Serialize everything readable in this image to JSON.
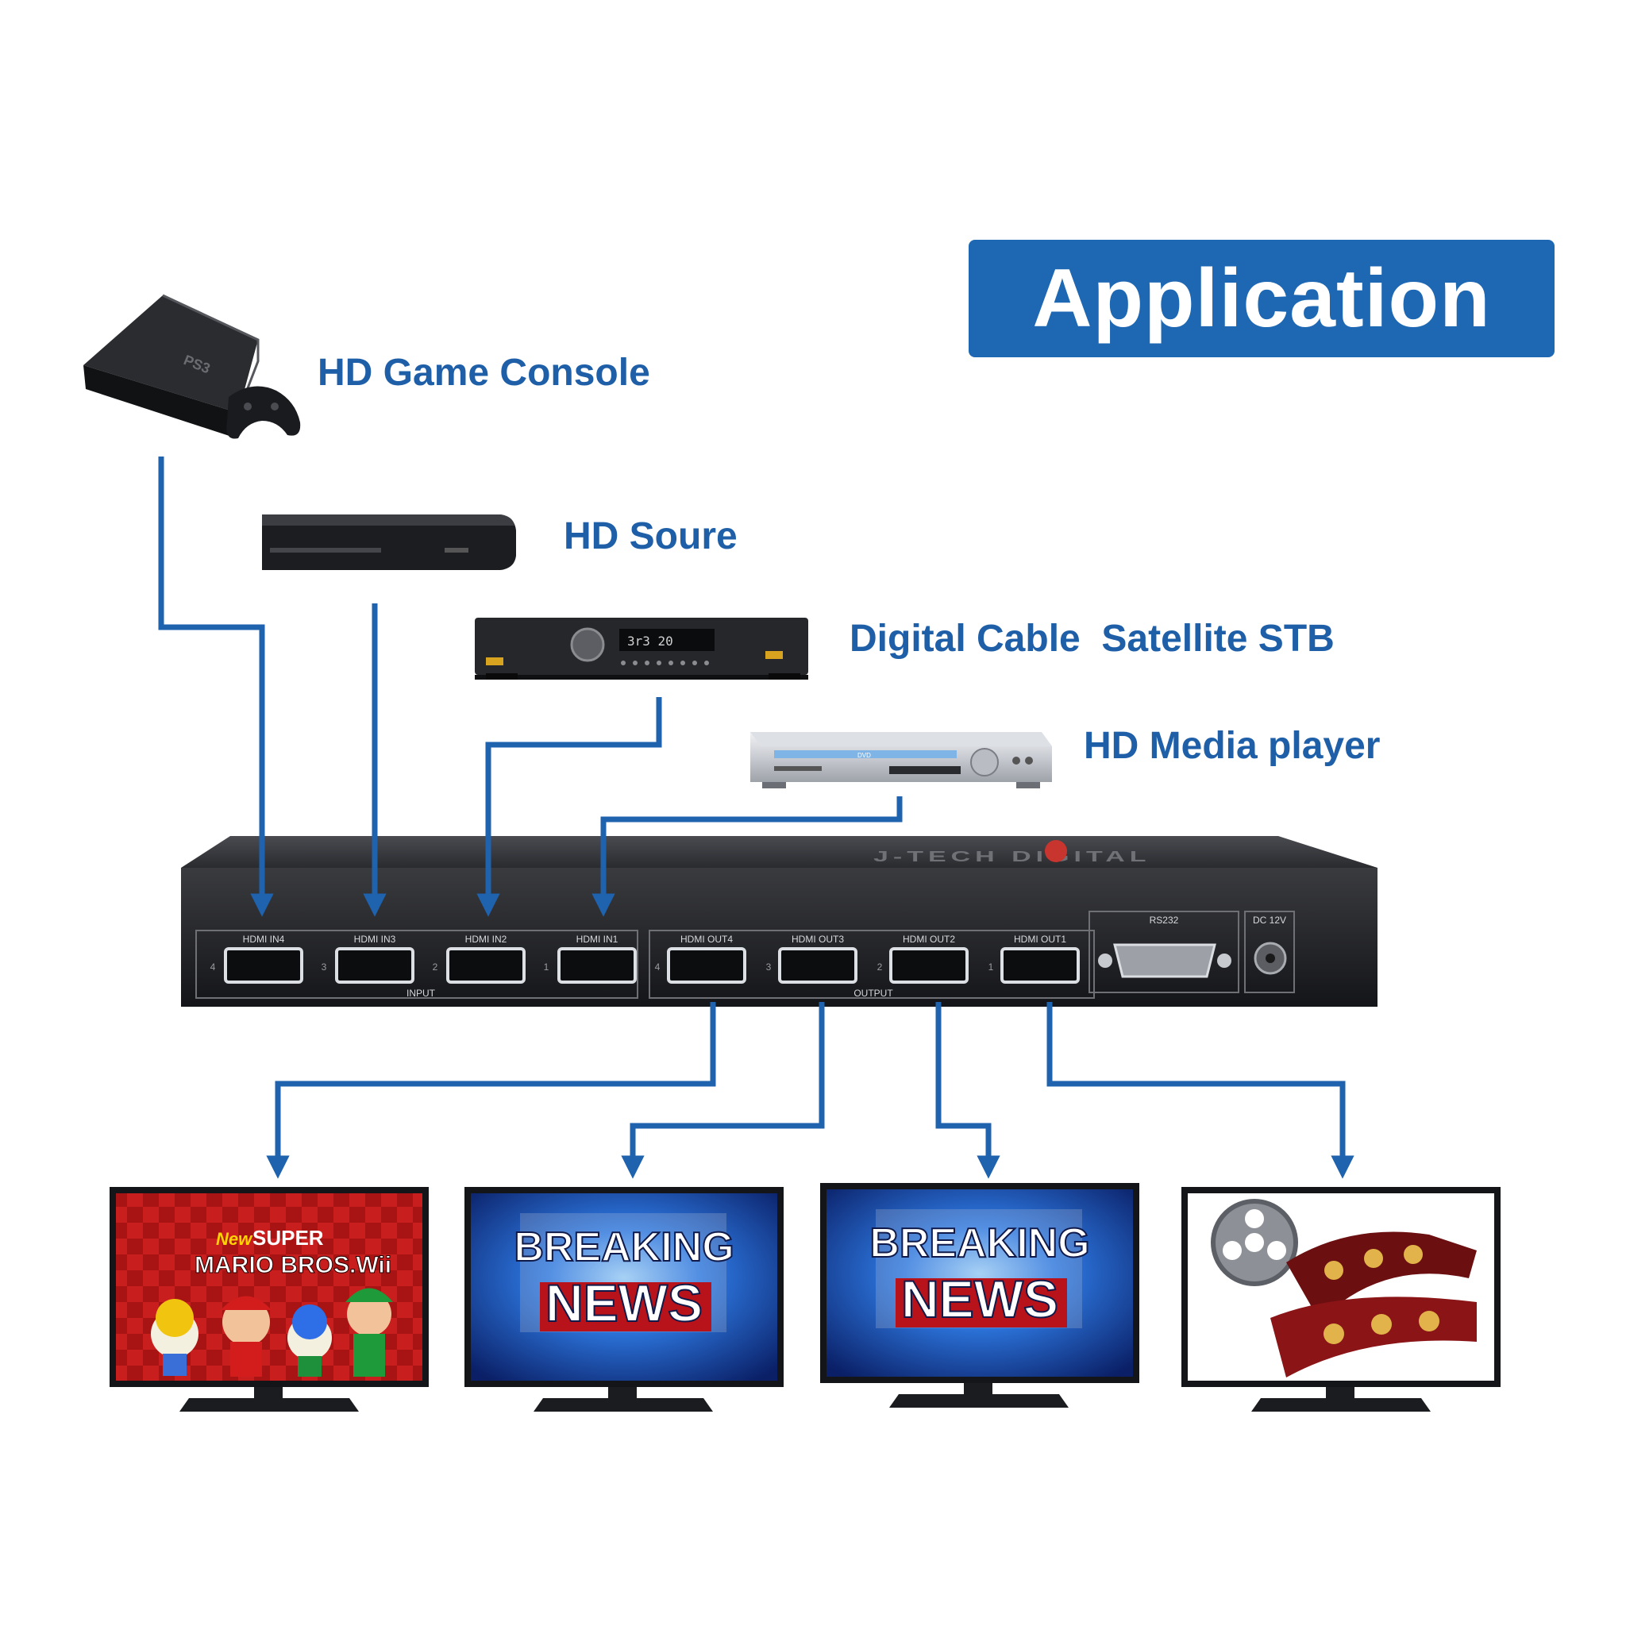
{
  "badge": {
    "title": "Application"
  },
  "sources": [
    {
      "label": "HD Game Console",
      "device": "PS3"
    },
    {
      "label": "HD Soure"
    },
    {
      "label": "Digital Cable  Satellite STB",
      "display": "3r3   20"
    },
    {
      "label": "HD Media player",
      "tray": "DVD"
    }
  ],
  "matrix": {
    "brand": "J-TECH DIGITAL",
    "input_ports": [
      "HDMI IN4",
      "HDMI IN3",
      "HDMI IN2",
      "HDMI IN1"
    ],
    "input_numbers": [
      "4",
      "3",
      "2",
      "1"
    ],
    "output_ports": [
      "HDMI OUT4",
      "HDMI OUT3",
      "HDMI OUT2",
      "HDMI OUT1"
    ],
    "output_numbers": [
      "4",
      "3",
      "2",
      "1"
    ],
    "input_group": "INPUT",
    "output_group": "OUTPUT",
    "serial_port": "RS232",
    "power_port": "DC 12V"
  },
  "displays": [
    {
      "line1": "New",
      "line2": "SUPER",
      "line3": "MARIO BROS.Wii"
    },
    {
      "line1": "BREAKING",
      "line2": "NEWS"
    },
    {
      "line1": "BREAKING",
      "line2": "NEWS"
    },
    {
      "line1": ""
    }
  ],
  "colors": {
    "accent": "#1d67b3",
    "line": "#1f62ad",
    "label": "#1e5fa8",
    "device_dark": "#1e1f22",
    "red_screen": "#c81e1e",
    "news_blue": "#1a4fc0"
  }
}
